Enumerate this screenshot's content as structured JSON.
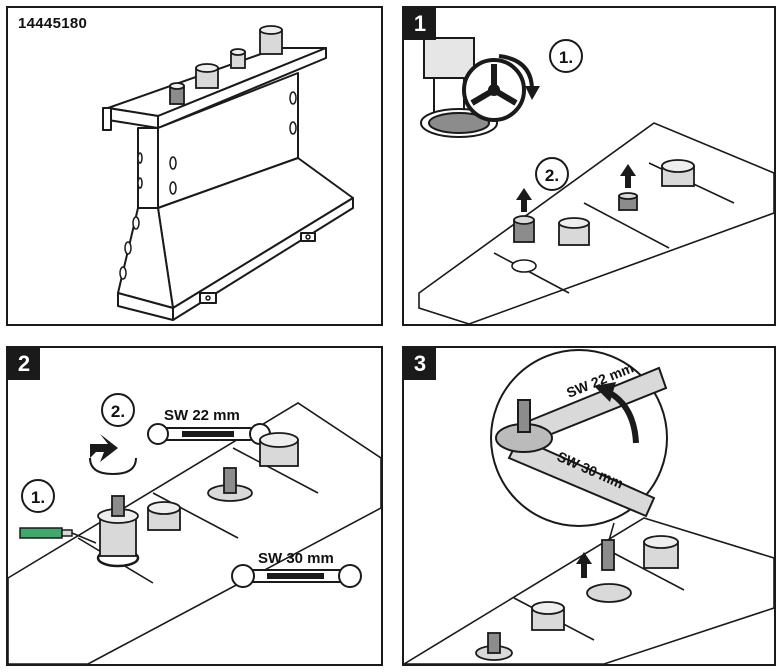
{
  "article_number": "14445180",
  "steps": [
    {
      "badge": "1",
      "callouts": [
        "1.",
        "2."
      ]
    },
    {
      "badge": "2",
      "callouts": [
        "1.",
        "2."
      ],
      "wrench_labels": [
        "SW 22 mm",
        "SW 30 mm"
      ]
    },
    {
      "badge": "3",
      "wrench_labels": [
        "SW 22 mm",
        "SW 30 mm"
      ]
    }
  ],
  "colors": {
    "line": "#1a1a1a",
    "metal_light": "#d9d9d9",
    "metal_dark": "#8c8c8c",
    "tile": "#ffffff",
    "tube_green": "#3fa86a"
  }
}
